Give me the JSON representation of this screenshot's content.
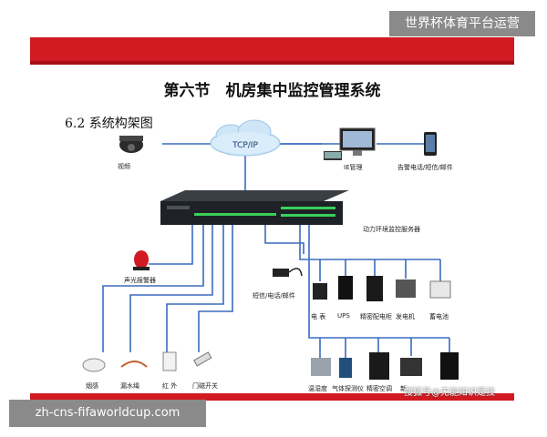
{
  "badges": {
    "top": "世界杯体育平台运营",
    "bottom": "zh-cns-fifaworldcup.com"
  },
  "slide": {
    "title": "第六节　机房集中监控管理系统",
    "section": "6.2 系统构架图",
    "cloud": "TCP/IP",
    "server": "动力环境监控服务器",
    "watermark": "搜狐号@无能知识是技"
  },
  "devices": {
    "camera": "视频",
    "ie": "IE管理",
    "phone": "告警电话/短信/邮件",
    "alarm": "声光报警器",
    "sms": "短信/电话/邮件",
    "meter": "电 表",
    "ups": "UPS",
    "pdu": "精密配电柜",
    "generator": "发电机",
    "battery": "蓄电池",
    "temp": "温湿度",
    "gas": "气体探测仪",
    "ac": "精密空调",
    "new1": "新",
    "smoke": "烟感",
    "water": "漏水绳",
    "ir": "红 外",
    "door": "门磁开关"
  },
  "colors": {
    "brand_red": "#d11a22",
    "line_blue": "#3a6bbf",
    "server_dark": "#1e2226"
  }
}
